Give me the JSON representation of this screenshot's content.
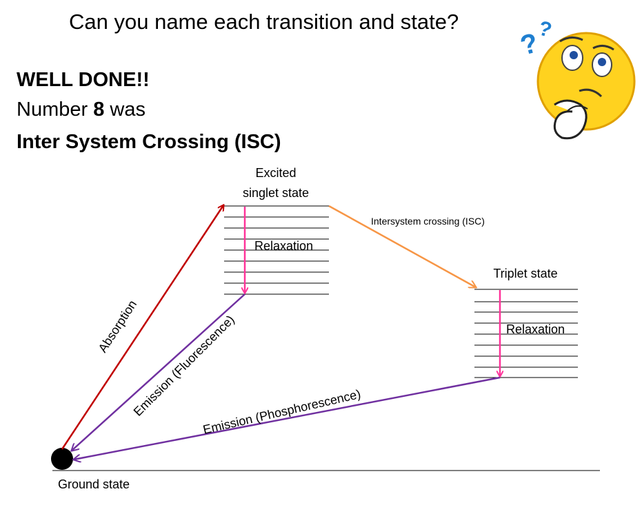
{
  "question": "Can you name each transition and state?",
  "feedback": {
    "well_done": "WELL DONE!!",
    "number_prefix": "Number ",
    "number": "8",
    "number_suffix": " was",
    "answer": "Inter System Crossing (ISC)"
  },
  "diagram": {
    "excited_singlet_line1": "Excited",
    "excited_singlet_line2": "singlet state",
    "triplet_state": "Triplet state",
    "ground_state": "Ground state",
    "relaxation_singlet": "Relaxation",
    "relaxation_triplet": "Relaxation",
    "absorption": "Absorption",
    "fluorescence": "Emission (Fluorescence)",
    "phosphorescence": "Emission (Phosphorescence)",
    "isc": "Intersystem crossing (ISC)"
  },
  "colors": {
    "absorption": "#c00000",
    "emission": "#7030a0",
    "relaxation": "#ff3399",
    "isc": "#f79646",
    "face": "#ffd21f",
    "question_marks": "#1f7fd0"
  },
  "icons": {
    "thinking_face": "thinking-face-icon"
  }
}
